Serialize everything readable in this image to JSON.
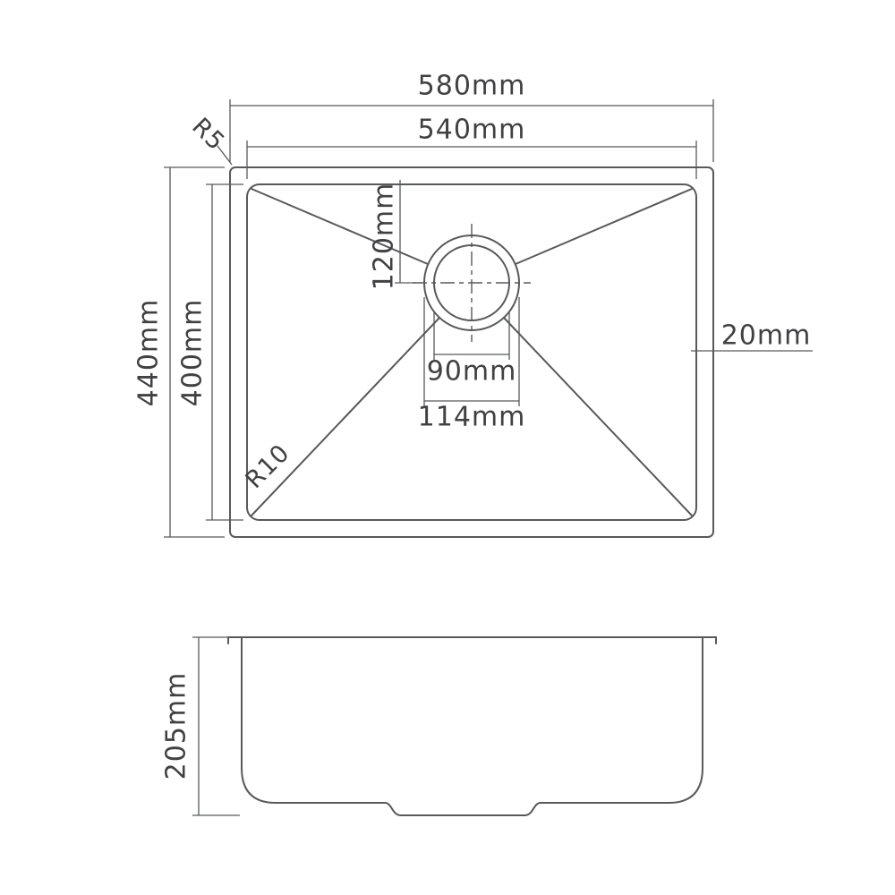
{
  "drawing": {
    "colors": {
      "line": "#58595b",
      "text": "#414042",
      "background": "#ffffff"
    },
    "top_view": {
      "overall_width": "580mm",
      "bowl_width": "540mm",
      "overall_depth": "440mm",
      "bowl_depth": "400mm",
      "drain_from_top": "120mm",
      "drain_diameter": "90mm",
      "drain_flange_diameter": "114mm",
      "rim_width": "20mm",
      "outer_corner_radius": "R5",
      "bowl_corner_radius": "R10"
    },
    "side_view": {
      "bowl_depth": "205mm"
    }
  }
}
